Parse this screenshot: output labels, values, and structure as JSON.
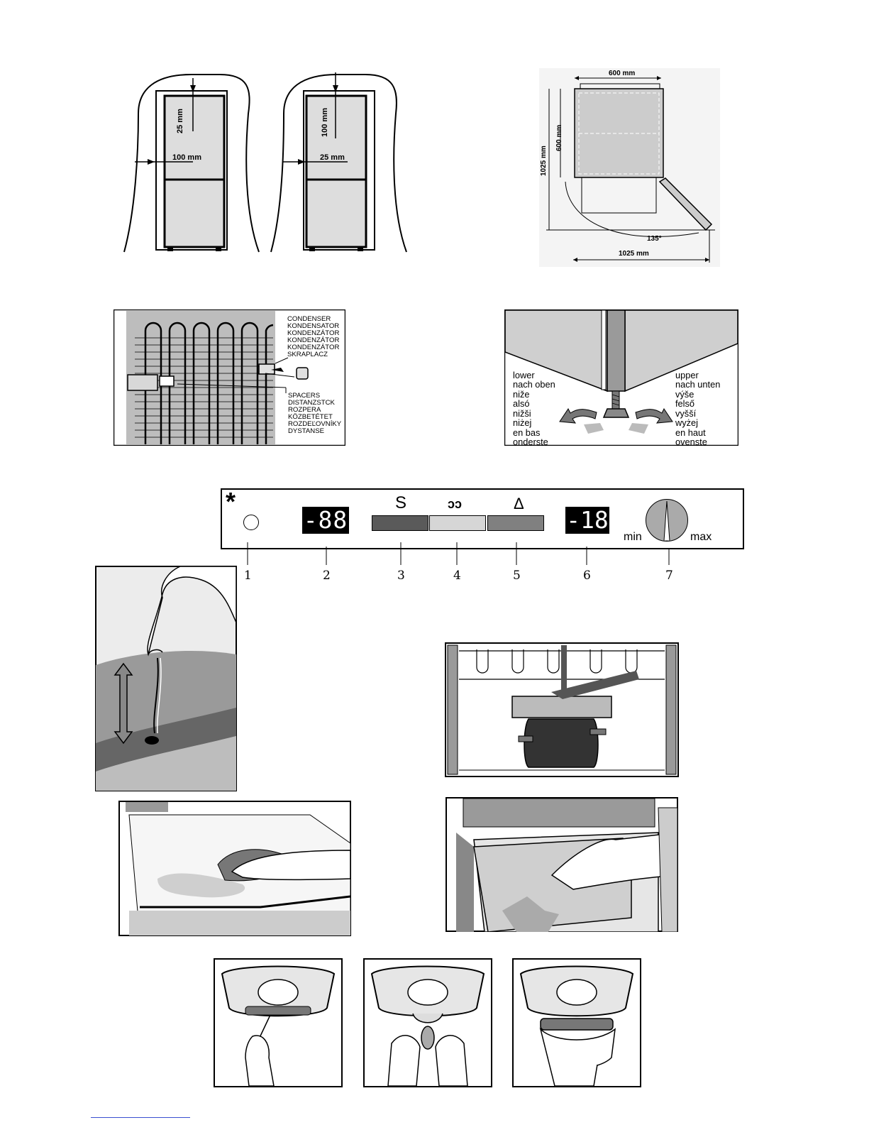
{
  "clearance_figure": {
    "left_unit": {
      "top_gap": "25 mm",
      "side_gap": "100 mm"
    },
    "right_unit": {
      "top_gap": "100 mm",
      "side_gap": "25 mm"
    }
  },
  "dimension_figure": {
    "width": "600 mm",
    "depth": "600 mm",
    "depth_door_open": "1025 mm",
    "width_door_open": "1025 mm",
    "door_angle": "135°"
  },
  "condenser_figure": {
    "condenser_labels": [
      "CONDENSER",
      "KONDENSATOR",
      "KONDENZÁTOR",
      "KONDENZÁTOR",
      "KONDENZÁTOR",
      "SKRAPLACZ"
    ],
    "spacer_labels": [
      "SPACERS",
      "DISTANZSTCK",
      "ROZPERA",
      "KÖZBETÉTET",
      "ROZDEĽOVNÍKY",
      "DYSTANSE"
    ]
  },
  "leveling_figure": {
    "lower_labels": [
      "lower",
      "nach oben",
      "niže",
      "alsó",
      "nižši",
      "niżej",
      "en bas",
      "onderste"
    ],
    "upper_labels": [
      "upper",
      "nach unten",
      "výše",
      "felső",
      "vyšší",
      "wyżej",
      "en haut",
      "ovenste"
    ]
  },
  "control_panel": {
    "fast_freeze_symbol": "*",
    "display_left": "-88",
    "button_s_symbol": "S",
    "button_mid_symbol": "ↄↄ",
    "button_delta_symbol": "Δ",
    "display_right": "-18",
    "dial_min": "min",
    "dial_max": "max",
    "callouts": [
      "1",
      "2",
      "3",
      "4",
      "5",
      "6",
      "7"
    ],
    "colors": {
      "button_s": "#5a5a5a",
      "button_mid": "#d6d6d6",
      "button_delta": "#808080",
      "display_bg": "#000000",
      "digits": "#ffffff"
    }
  }
}
